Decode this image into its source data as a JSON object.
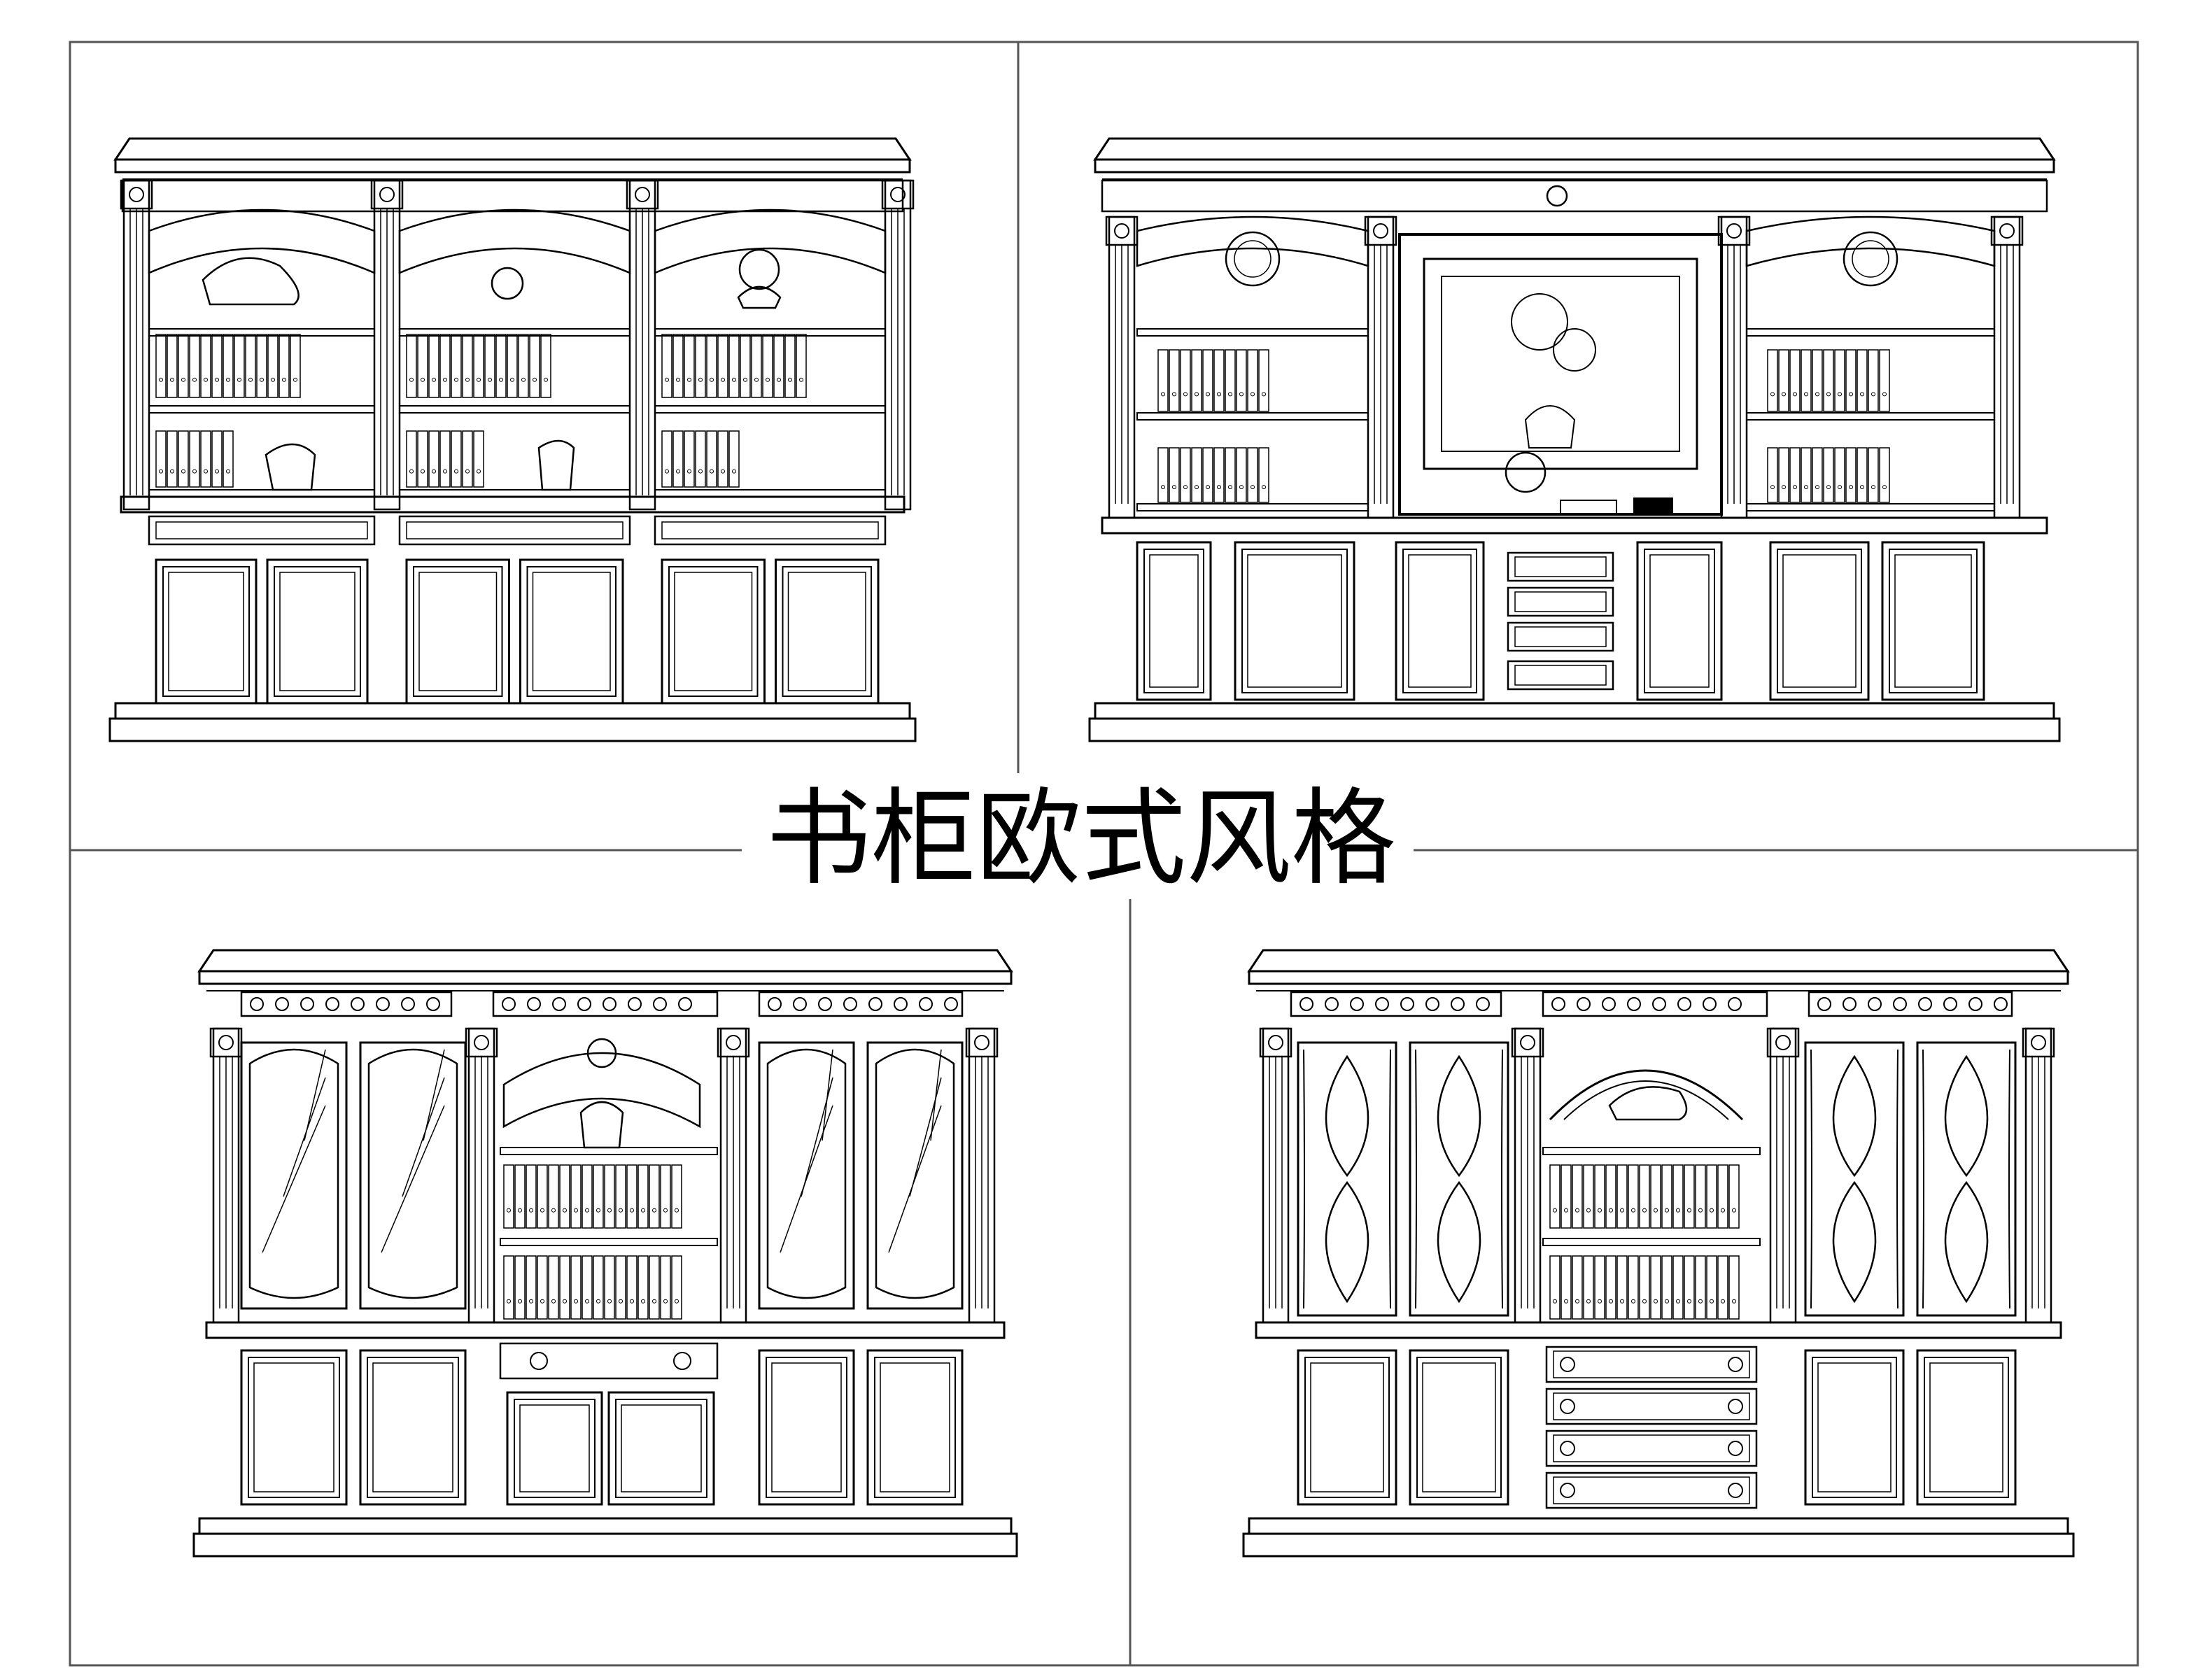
{
  "title": "书柜欧式风格",
  "colors": {
    "line": "#000000",
    "frame": "#555555",
    "background": "#ffffff"
  },
  "panels": [
    {
      "id": "top-left",
      "style": "arched-open-shelves"
    },
    {
      "id": "top-right",
      "style": "tv-wall-with-picture"
    },
    {
      "id": "bottom-left",
      "style": "glass-doors-carved-cornice"
    },
    {
      "id": "bottom-right",
      "style": "gothic-glass-doors-drawers"
    }
  ]
}
